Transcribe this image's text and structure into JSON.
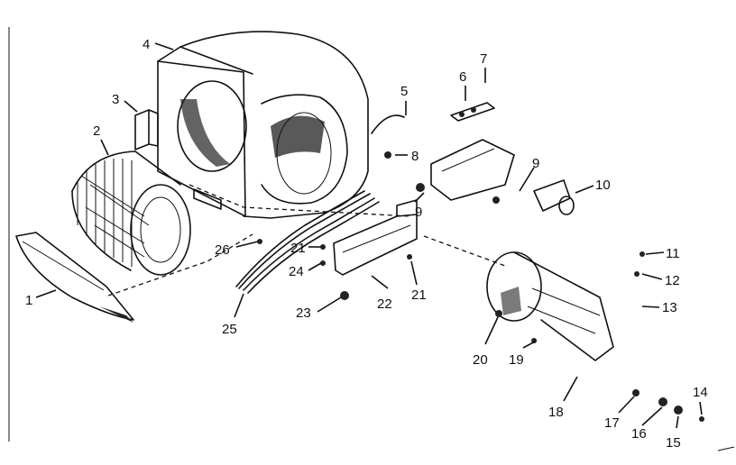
{
  "callouts": [
    {
      "id": "c1",
      "text": "1"
    },
    {
      "id": "c2",
      "text": "2"
    },
    {
      "id": "c3",
      "text": "3"
    },
    {
      "id": "c4",
      "text": "4"
    },
    {
      "id": "c5",
      "text": "5"
    },
    {
      "id": "c6",
      "text": "6"
    },
    {
      "id": "c7",
      "text": "7"
    },
    {
      "id": "c8",
      "text": "8"
    },
    {
      "id": "c9a",
      "text": "9"
    },
    {
      "id": "c9b",
      "text": "9"
    },
    {
      "id": "c10",
      "text": "10"
    },
    {
      "id": "c11",
      "text": "11"
    },
    {
      "id": "c12",
      "text": "12"
    },
    {
      "id": "c13",
      "text": "13"
    },
    {
      "id": "c14",
      "text": "14"
    },
    {
      "id": "c15",
      "text": "15"
    },
    {
      "id": "c16",
      "text": "16"
    },
    {
      "id": "c17",
      "text": "17"
    },
    {
      "id": "c18",
      "text": "18"
    },
    {
      "id": "c19",
      "text": "19"
    },
    {
      "id": "c20",
      "text": "20"
    },
    {
      "id": "c21a",
      "text": "21"
    },
    {
      "id": "c21b",
      "text": "21"
    },
    {
      "id": "c22",
      "text": "22"
    },
    {
      "id": "c23",
      "text": "23"
    },
    {
      "id": "c24",
      "text": "24"
    },
    {
      "id": "c25",
      "text": "25"
    },
    {
      "id": "c26",
      "text": "26"
    }
  ]
}
